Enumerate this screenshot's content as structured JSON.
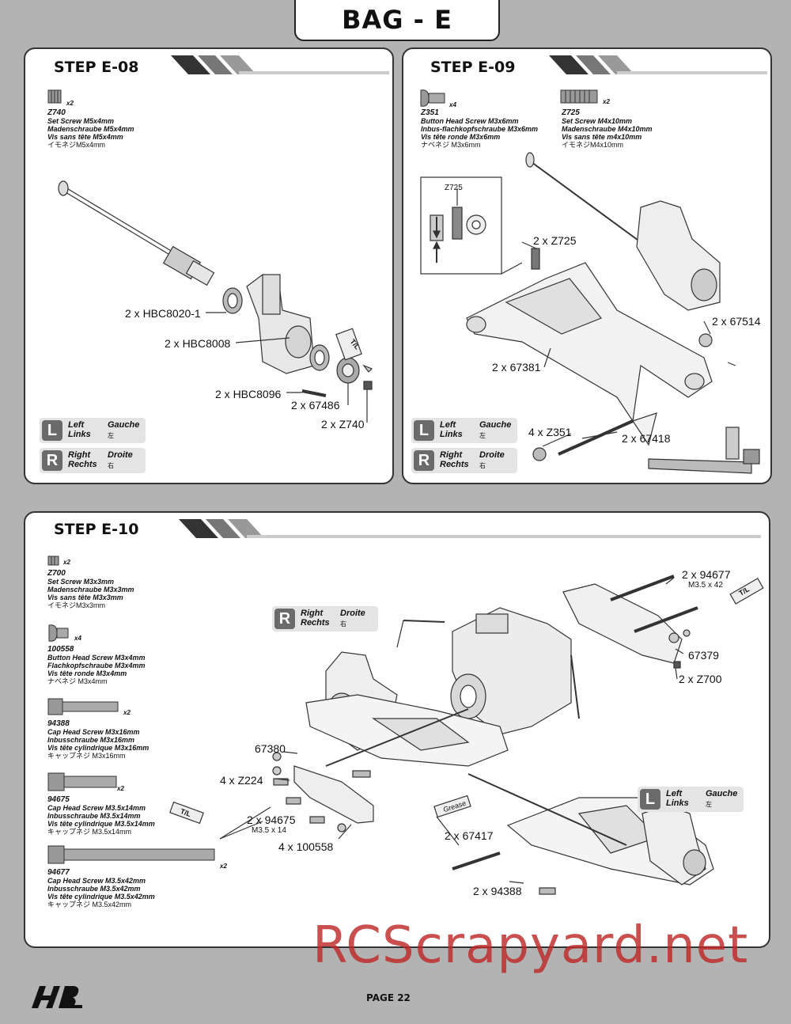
{
  "bag_title": "BAG - E",
  "page_label": "PAGE 22",
  "watermark": "RCScrapyard.net",
  "steps": {
    "e08": {
      "title": "STEP E-08",
      "parts": [
        {
          "code": "Z740",
          "qty": "x2",
          "lines": [
            "Set Screw M5x4mm",
            "Madenschraube M5x4mm",
            "Vis sans tête M5x4mm",
            "イモネジM5x4mm"
          ]
        }
      ],
      "callouts": [
        "2 x HBC8020-1",
        "2 x HBC8008",
        "2 x HBC8096",
        "2 x 67486",
        "2 x Z740"
      ],
      "tube_label": "T/L"
    },
    "e09": {
      "title": "STEP E-09",
      "parts": [
        {
          "code": "Z351",
          "qty": "x4",
          "lines": [
            "Button Head Screw M3x6mm",
            "Inbus-flachkopfschraube M3x6mm",
            "Vis tête ronde M3x6mm",
            "ナベネジ M3x6mm"
          ]
        },
        {
          "code": "Z725",
          "qty": "x2",
          "lines": [
            "Set Screw M4x10mm",
            "Madenschraube M4x10mm",
            "Vis sans tête m4x10mm",
            "イモネジM4x10mm"
          ]
        }
      ],
      "inset_label": "Z725",
      "callouts": [
        "2 x Z725",
        "2 x 67514",
        "2 x 67381",
        "4 x Z351",
        "2 x 67418"
      ]
    },
    "e10": {
      "title": "STEP E-10",
      "parts": [
        {
          "code": "Z700",
          "qty": "x2",
          "lines": [
            "Set Screw M3x3mm",
            "Madenschraube M3x3mm",
            "Vis sans tête M3x3mm",
            "イモネジM3x3mm"
          ]
        },
        {
          "code": "100558",
          "qty": "x4",
          "lines": [
            "Button Head Screw M3x4mm",
            "Flachkopfschraube M3x4mm",
            "Vis tête ronde M3x4mm",
            "ナベネジ M3x4mm"
          ]
        },
        {
          "code": "94388",
          "qty": "x2",
          "lines": [
            "Cap Head Screw M3x16mm",
            "Inbusschraube M3x16mm",
            "Vis tête cylindrique M3x16mm",
            "キャップネジ M3x16mm"
          ]
        },
        {
          "code": "94675",
          "qty": "x2",
          "lines": [
            "Cap Head Screw M3.5x14mm",
            "Inbusschraube M3.5x14mm",
            "Vis tête cylindrique M3.5x14mm",
            "キャップネジ M3.5x14mm"
          ]
        },
        {
          "code": "94677",
          "qty": "x2",
          "lines": [
            "Cap Head Screw M3.5x42mm",
            "Inbusschraube M3.5x42mm",
            "Vis tête cylindrique M3.5x42mm",
            "キャップネジ M3.5x42mm"
          ]
        }
      ],
      "callouts": {
        "c94677": "2 x 94677",
        "s94677": "M3.5 x 42",
        "c67379": "67379",
        "cZ700": "2 x Z700",
        "c67380": "67380",
        "cZ224": "4 x Z224",
        "c94675": "2 x 94675",
        "s94675": "M3.5 x 14",
        "c100558": "4 x 100558",
        "c67417": "2 x 67417",
        "c94388": "2 x 94388"
      },
      "tube_label": "T/L",
      "grease_label": "Grease"
    }
  },
  "side_labels": {
    "left": {
      "letter": "L",
      "en": "Left",
      "de": "Links",
      "fr": "Gauche",
      "jp": "左"
    },
    "right": {
      "letter": "R",
      "en": "Right",
      "de": "Rechts",
      "fr": "Droite",
      "jp": "右"
    }
  }
}
